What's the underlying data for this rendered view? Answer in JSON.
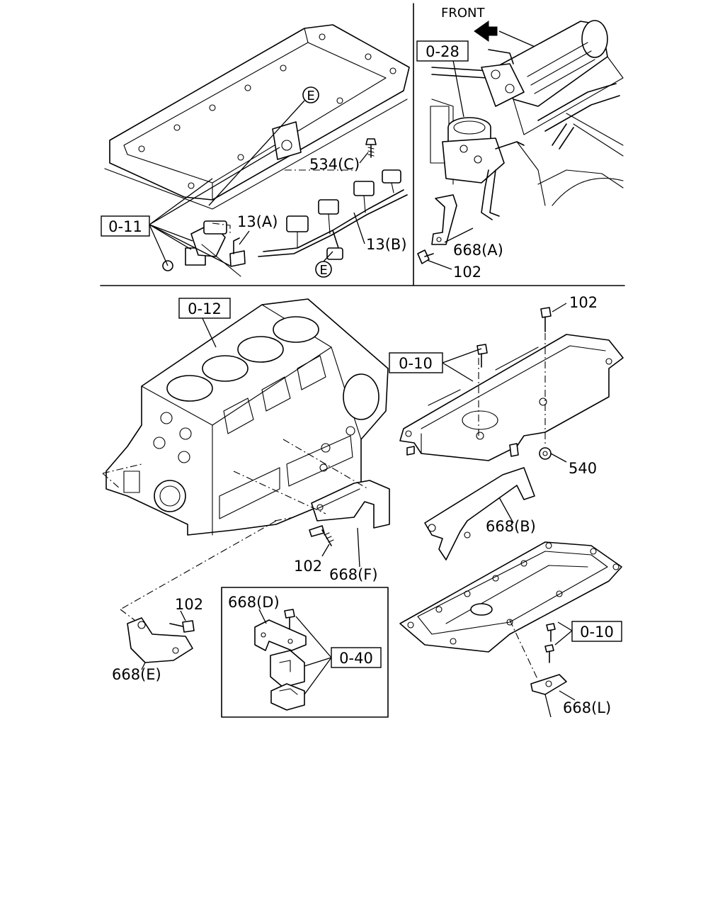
{
  "diagram": {
    "direction_label": "FRONT",
    "callout_circles": [
      "E",
      "E"
    ],
    "boxed_refs": [
      "0-28",
      "0-11",
      "0-12",
      "0-10",
      "0-10",
      "0-40"
    ],
    "part_labels": [
      "534(C)",
      "13(A)",
      "13(B)",
      "668(A)",
      "102",
      "102",
      "540",
      "668(B)",
      "102",
      "668(F)",
      "102",
      "668(E)",
      "668(D)",
      "668(L)"
    ]
  }
}
